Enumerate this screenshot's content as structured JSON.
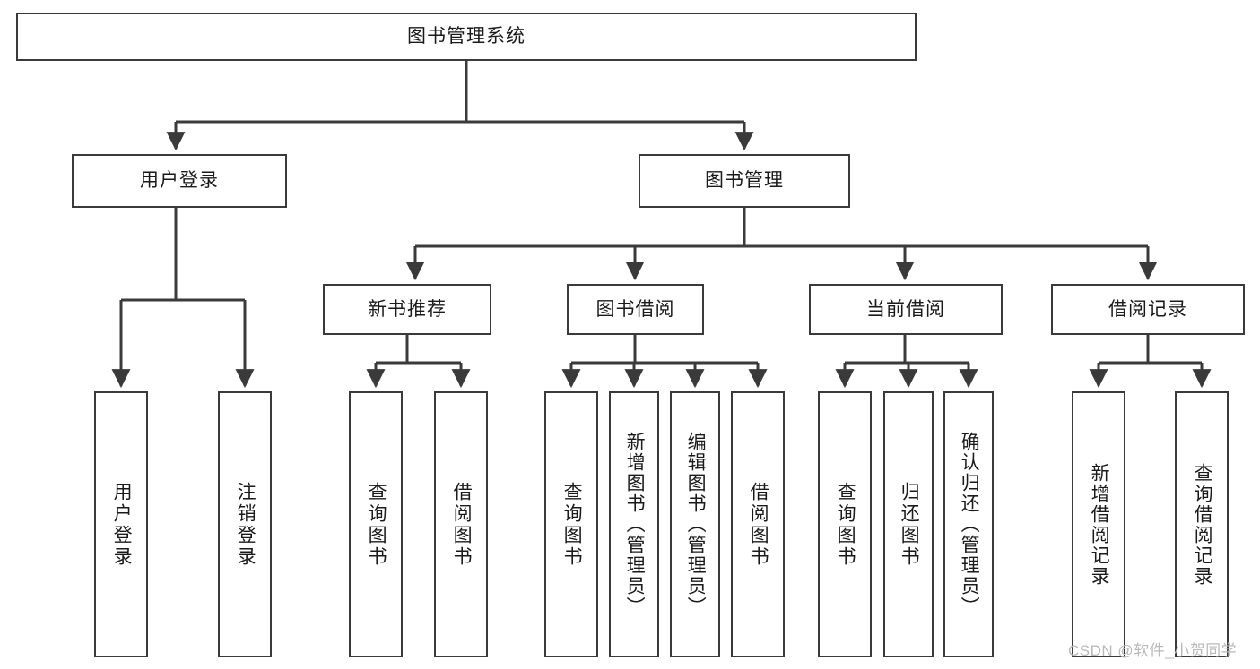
{
  "diagram": {
    "type": "tree-hierarchy",
    "title": "图书管理系统",
    "watermark": "CSDN @软件_小贺同学",
    "colors": {
      "box_border": "#3a3a3a",
      "box_fill": "#ffffff",
      "edge": "#3a3a3a",
      "text": "#1a1a1a",
      "watermark": "#b9b9b9"
    },
    "nodes": {
      "root": {
        "label": "图书管理系统"
      },
      "level2": [
        {
          "id": "user-login",
          "label": "用户登录"
        },
        {
          "id": "book-manage",
          "label": "图书管理"
        }
      ],
      "level3": [
        {
          "id": "new-book-recommend",
          "label": "新书推荐"
        },
        {
          "id": "book-borrow",
          "label": "图书借阅"
        },
        {
          "id": "current-borrow",
          "label": "当前借阅"
        },
        {
          "id": "borrow-record",
          "label": "借阅记录"
        }
      ],
      "level4": [
        {
          "id": "leaf-user-login",
          "label": "用户登录",
          "parent": "user-login"
        },
        {
          "id": "leaf-logout",
          "label": "注销登录",
          "parent": "user-login"
        },
        {
          "id": "leaf-query-book-1",
          "label": "查询图书",
          "parent": "new-book-recommend"
        },
        {
          "id": "leaf-borrow-book-1",
          "label": "借阅图书",
          "parent": "new-book-recommend"
        },
        {
          "id": "leaf-query-book-2",
          "label": "查询图书",
          "parent": "book-borrow"
        },
        {
          "id": "leaf-add-book",
          "label": "新增图书（管理员）",
          "parent": "book-borrow"
        },
        {
          "id": "leaf-edit-book",
          "label": "编辑图书（管理员）",
          "parent": "book-borrow"
        },
        {
          "id": "leaf-borrow-book-2",
          "label": "借阅图书",
          "parent": "book-borrow"
        },
        {
          "id": "leaf-query-book-3",
          "label": "查询图书",
          "parent": "current-borrow"
        },
        {
          "id": "leaf-return-book",
          "label": "归还图书",
          "parent": "current-borrow"
        },
        {
          "id": "leaf-confirm-return",
          "label": "确认归还（管理员）",
          "parent": "current-borrow"
        },
        {
          "id": "leaf-add-record",
          "label": "新增借阅记录",
          "parent": "borrow-record"
        },
        {
          "id": "leaf-query-record",
          "label": "查询借阅记录",
          "parent": "borrow-record"
        }
      ]
    }
  }
}
